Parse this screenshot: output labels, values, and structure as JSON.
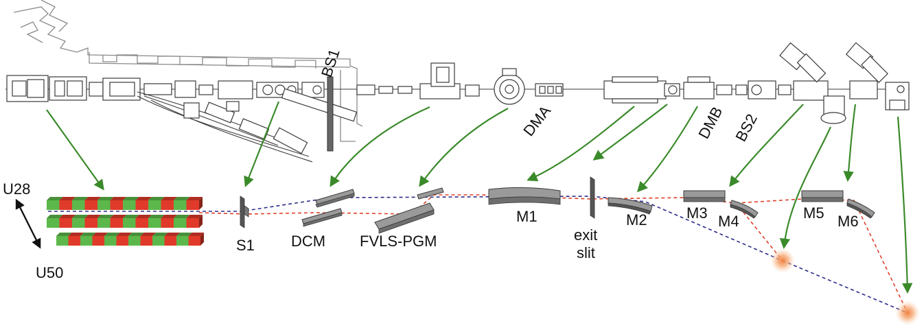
{
  "labels": {
    "bs1": "BS1",
    "dma": "DMA",
    "dmb": "DMB",
    "bs2": "BS2",
    "u28": "U28",
    "u50": "U50",
    "s1": "S1",
    "dcm": "DCM",
    "fvls_pgm": "FVLS-PGM",
    "m1": "M1",
    "exit_slit_line1": "exit",
    "exit_slit_line2": "slit",
    "m2": "M2",
    "m3": "M3",
    "m4": "M4",
    "m5": "M5",
    "m6": "M6"
  },
  "colors": {
    "pointer_arrows": "#3a8a2a",
    "beam_path_red": "#e0402a",
    "beam_path_blue": "#2a2a8a",
    "undulator_green": "#5cb84a",
    "undulator_red": "#e03a2a",
    "mirror_gray": "#8c8c8c",
    "focus_spot": "#f4a060",
    "line_drawing": "#3a3a3a"
  }
}
